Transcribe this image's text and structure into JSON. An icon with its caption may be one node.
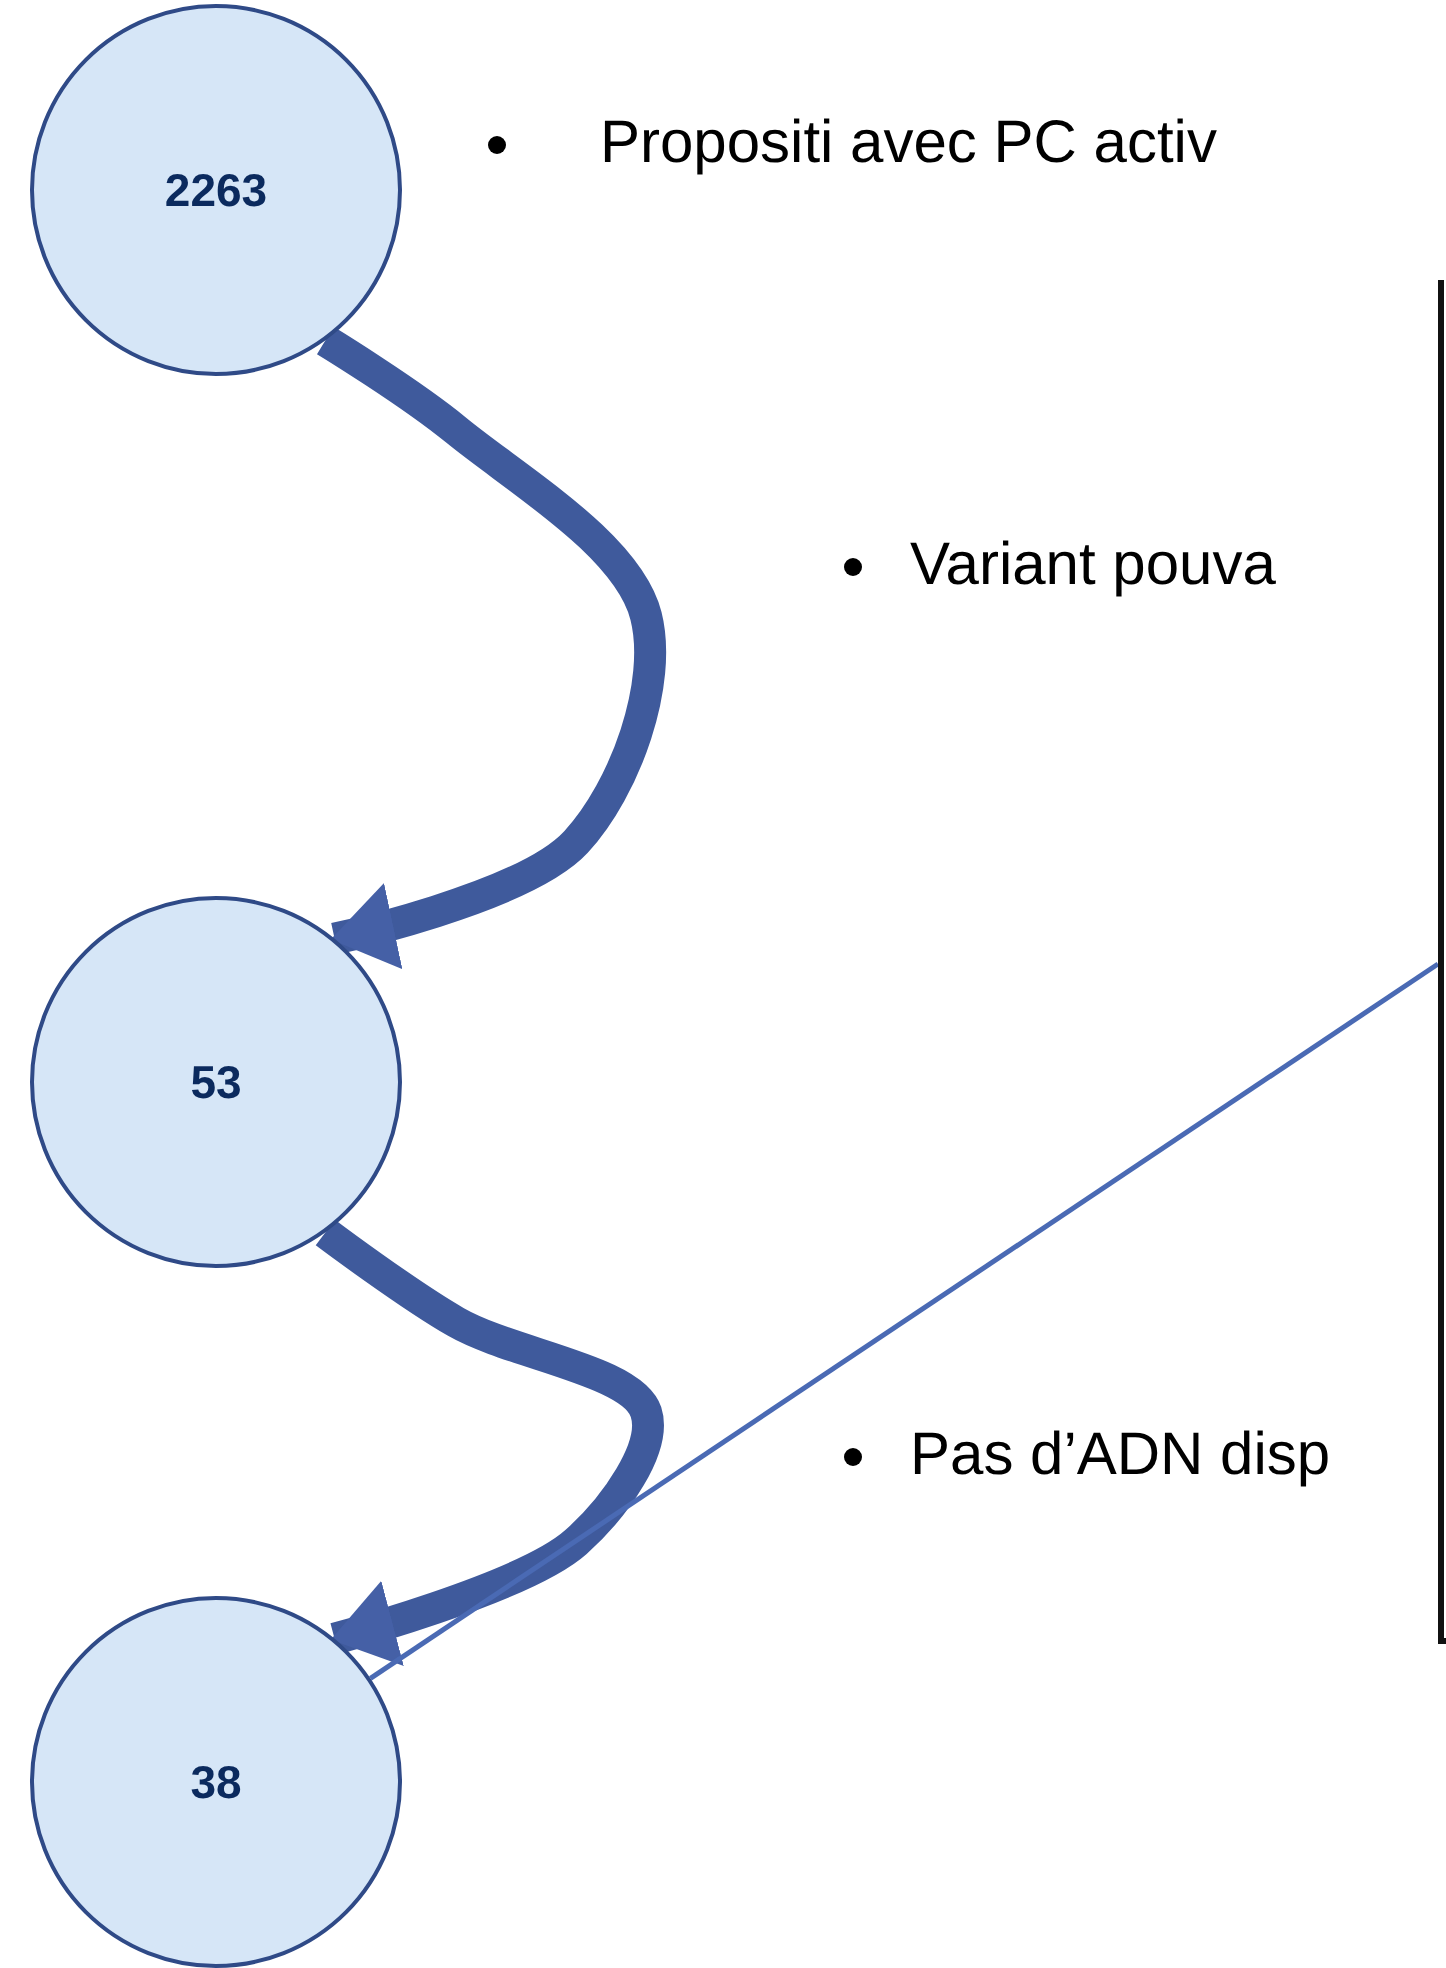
{
  "diagram": {
    "nodes": [
      {
        "text": [
          "2263"
        ]
      },
      {
        "text": [
          "53"
        ]
      },
      {
        "text": [
          "38"
        ]
      },
      {
        "text": [],
        "shape": "box"
      }
    ],
    "edges": [
      {
        "from": 0,
        "to": 1,
        "arrow": "to"
      },
      {
        "from": 1,
        "to": 2,
        "arrow": "to"
      },
      {
        "from": 2,
        "to": 3,
        "arrow": "none",
        "color": "#4a6ab4"
      }
    ],
    "labels": [
      "Propositi avec PC activ",
      "Variant pouva",
      "Pas d’ADN disp"
    ]
  }
}
